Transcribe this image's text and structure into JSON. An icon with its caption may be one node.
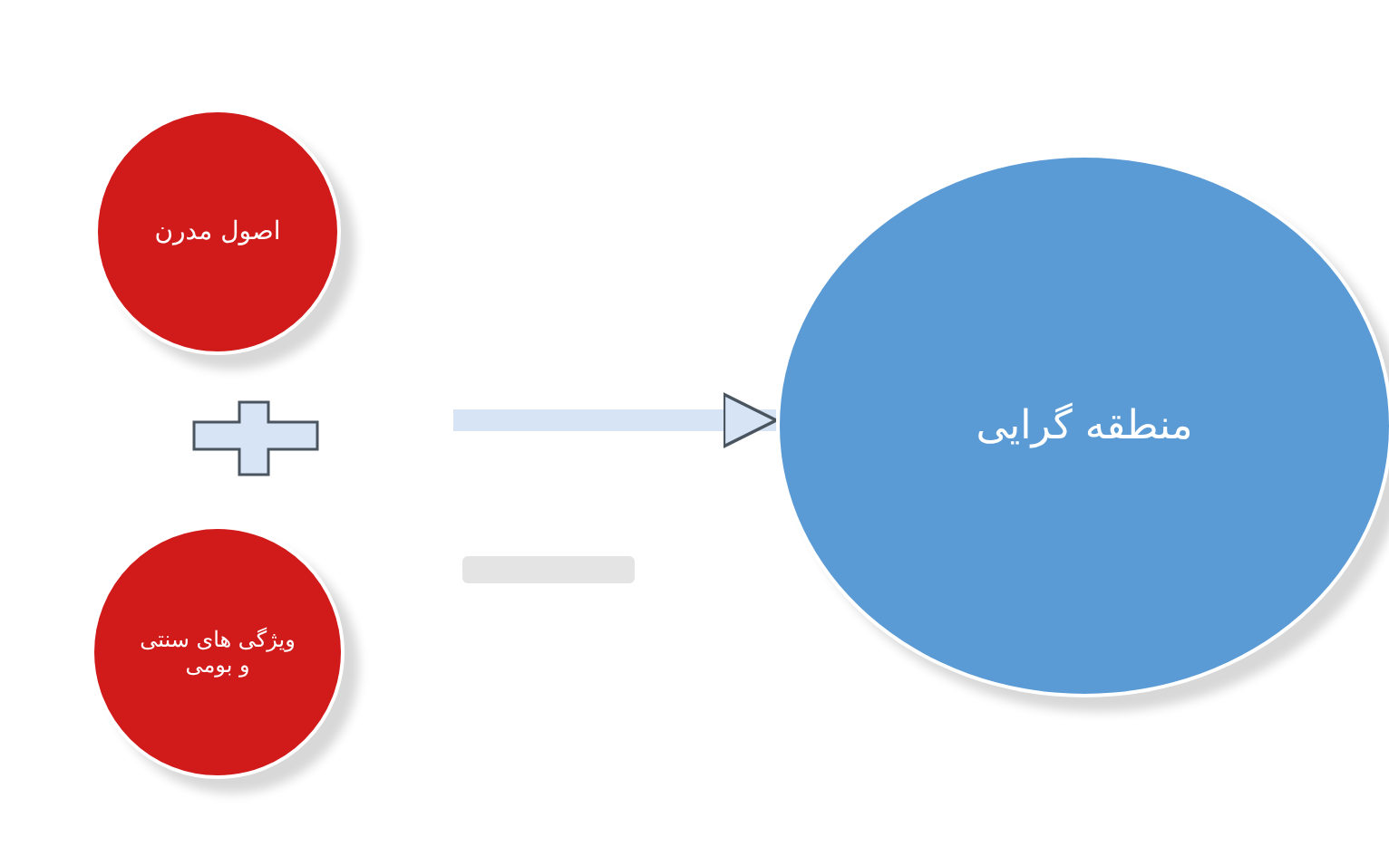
{
  "diagram": {
    "nodes": [
      {
        "text": [
          "اصول مدرن"
        ]
      },
      {
        "text": [
          "ویژگی های سنتی و بومی"
        ]
      },
      {
        "text": [
          "منطقه گرایی"
        ]
      }
    ],
    "edges": [
      {
        "from": null,
        "to": 2,
        "arrow": "to"
      }
    ]
  }
}
